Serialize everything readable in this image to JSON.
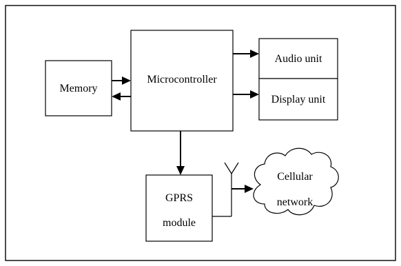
{
  "blocks": {
    "memory": "Memory",
    "microcontroller": "Microcontroller",
    "audio_unit": "Audio unit",
    "display_unit": "Display unit",
    "gprs_line1": "GPRS",
    "gprs_line2": "module",
    "cellular_line1": "Cellular",
    "cellular_line2": "network"
  }
}
